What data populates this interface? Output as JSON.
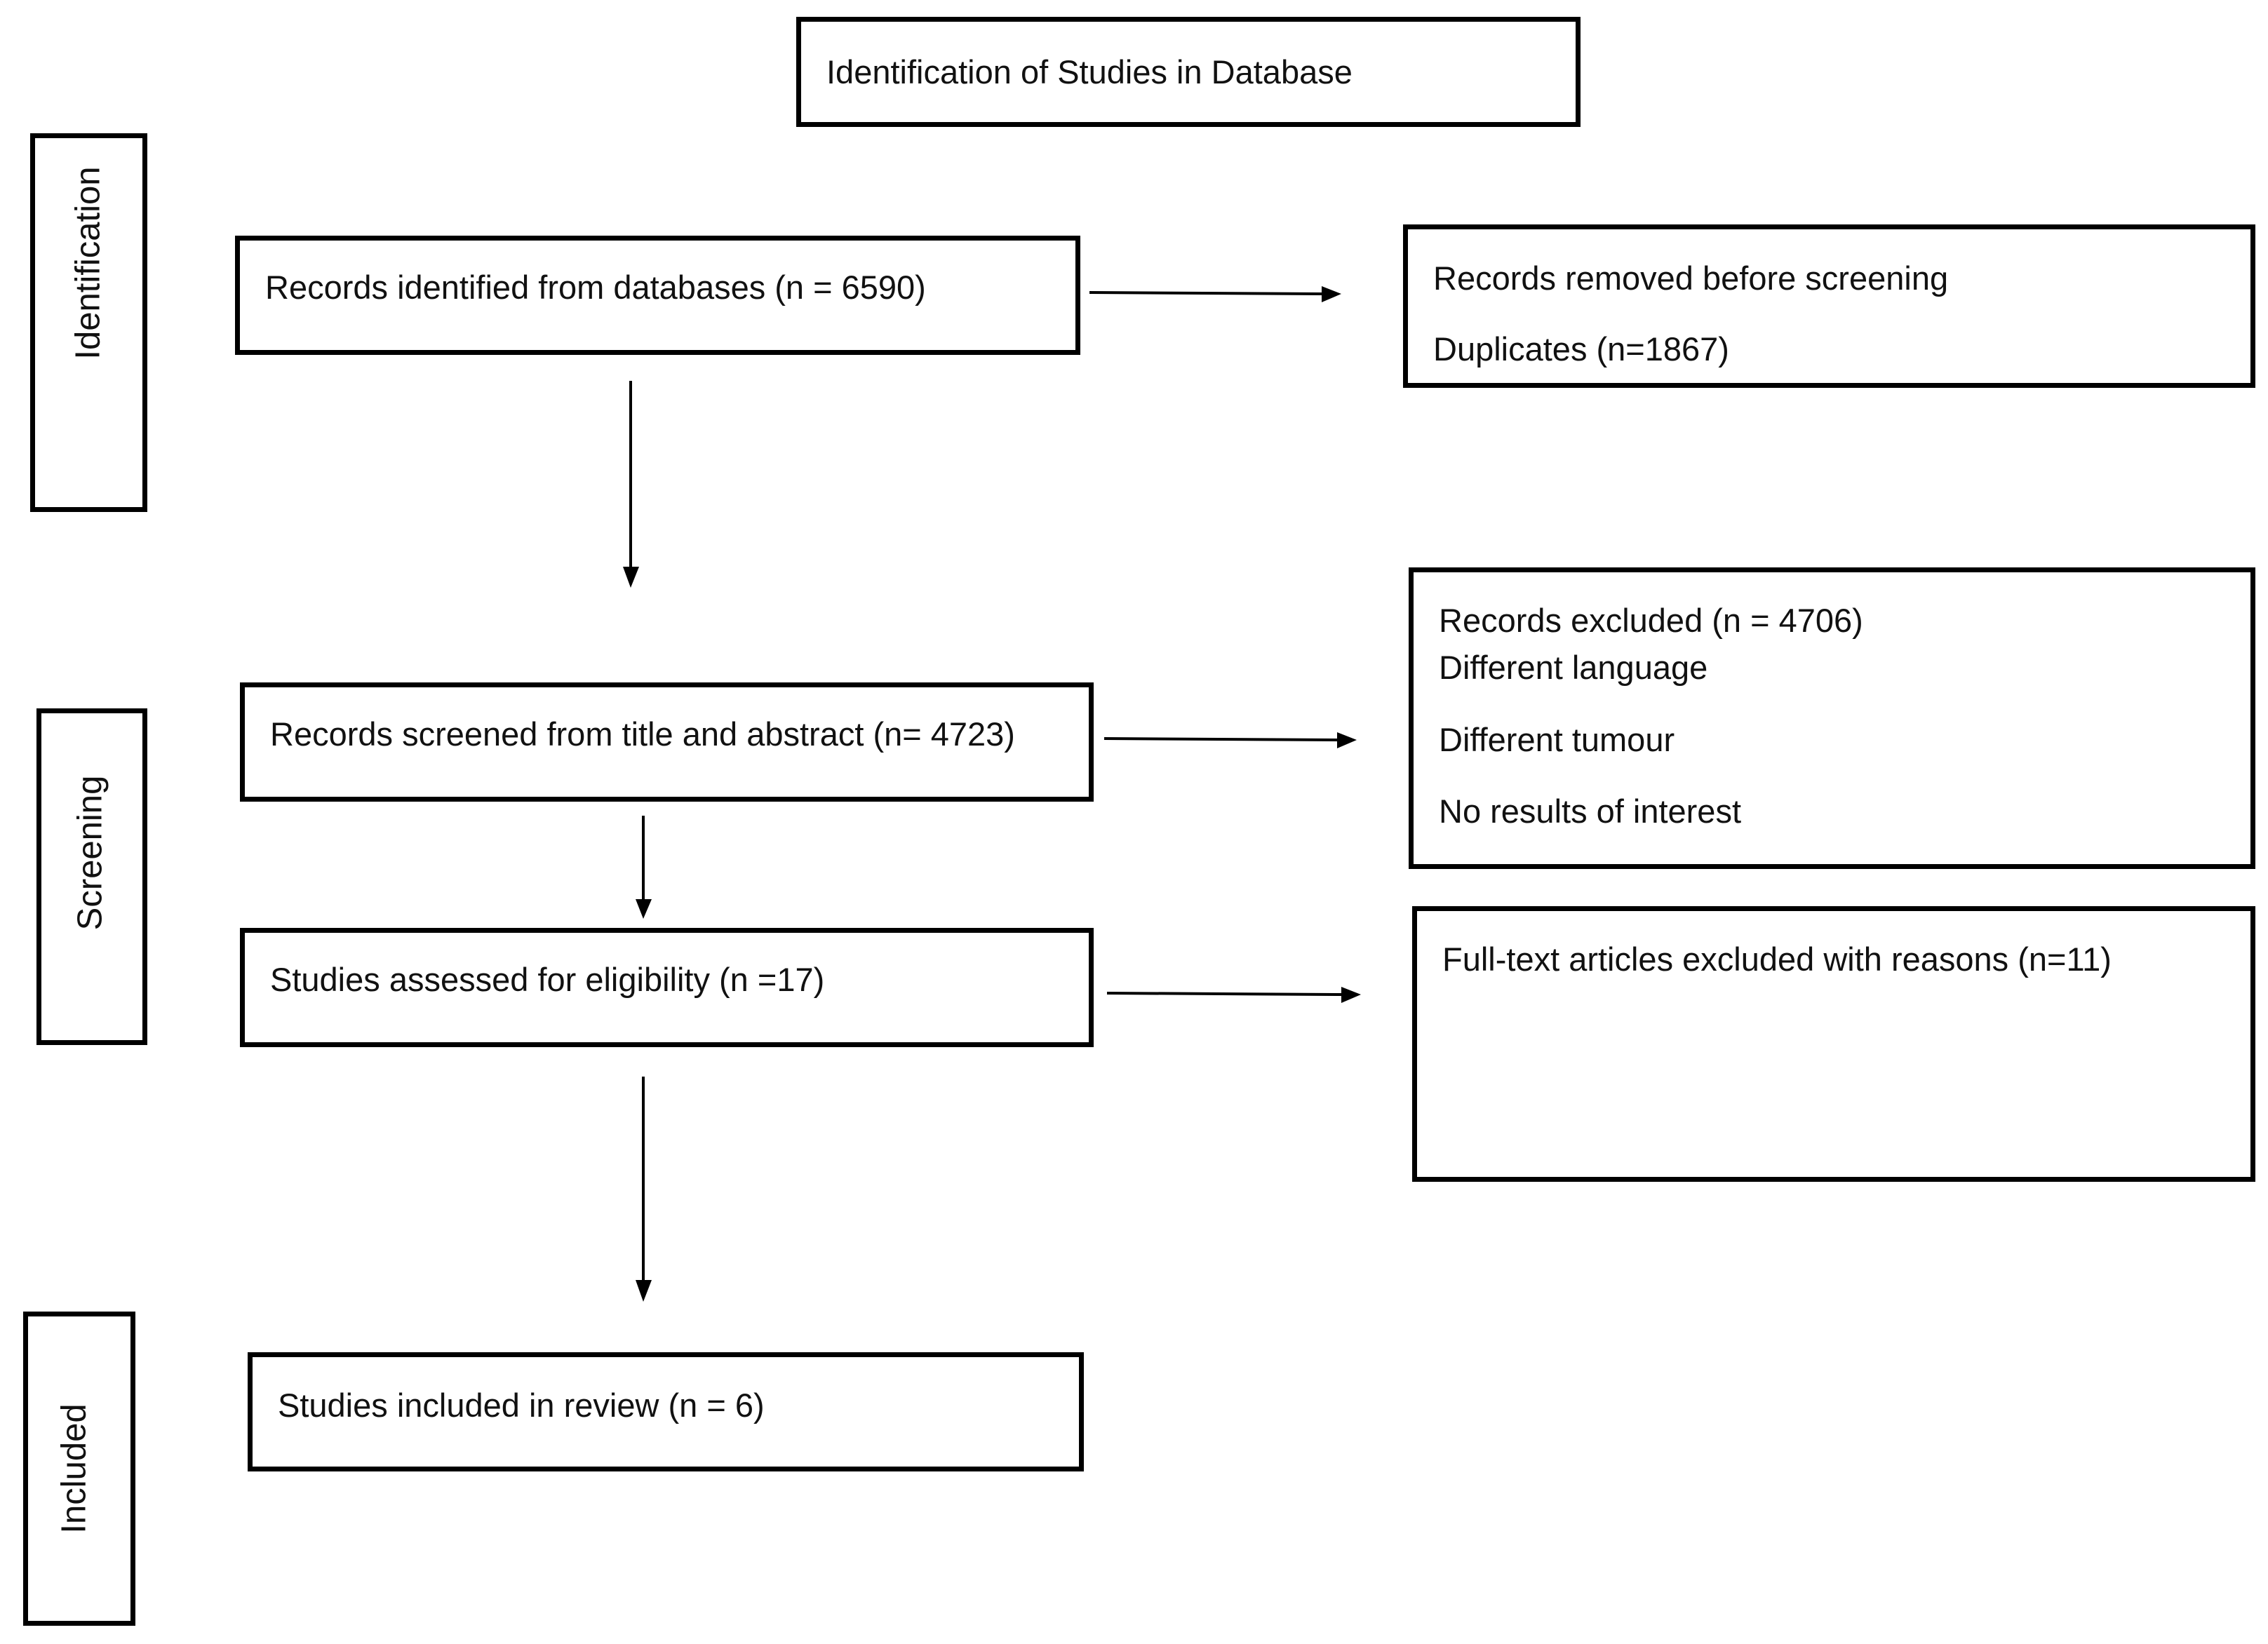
{
  "header": {
    "title": "Identification of Studies in Database"
  },
  "phases": {
    "identification": "Identification",
    "screening": "Screening",
    "included": "Included"
  },
  "boxes": {
    "records_identified": "Records identified from databases (n = 6590)",
    "removed_title": "Records removed before screening",
    "removed_duplicates": "Duplicates (n=1867)",
    "records_screened": "Records screened from title and abstract (n= 4723)",
    "excluded_title": "Records excluded (n = 4706)",
    "excluded_reasons": [
      "Different language",
      "Different tumour",
      "No results of interest"
    ],
    "assessed_eligibility": "Studies assessed for eligibility (n =17)",
    "fulltext_excluded": "Full-text articles excluded with reasons (n=11)",
    "included_review": "Studies included in review (n = 6)"
  },
  "colors": {
    "border": "#000000",
    "text": "#111111",
    "background": "#ffffff"
  }
}
